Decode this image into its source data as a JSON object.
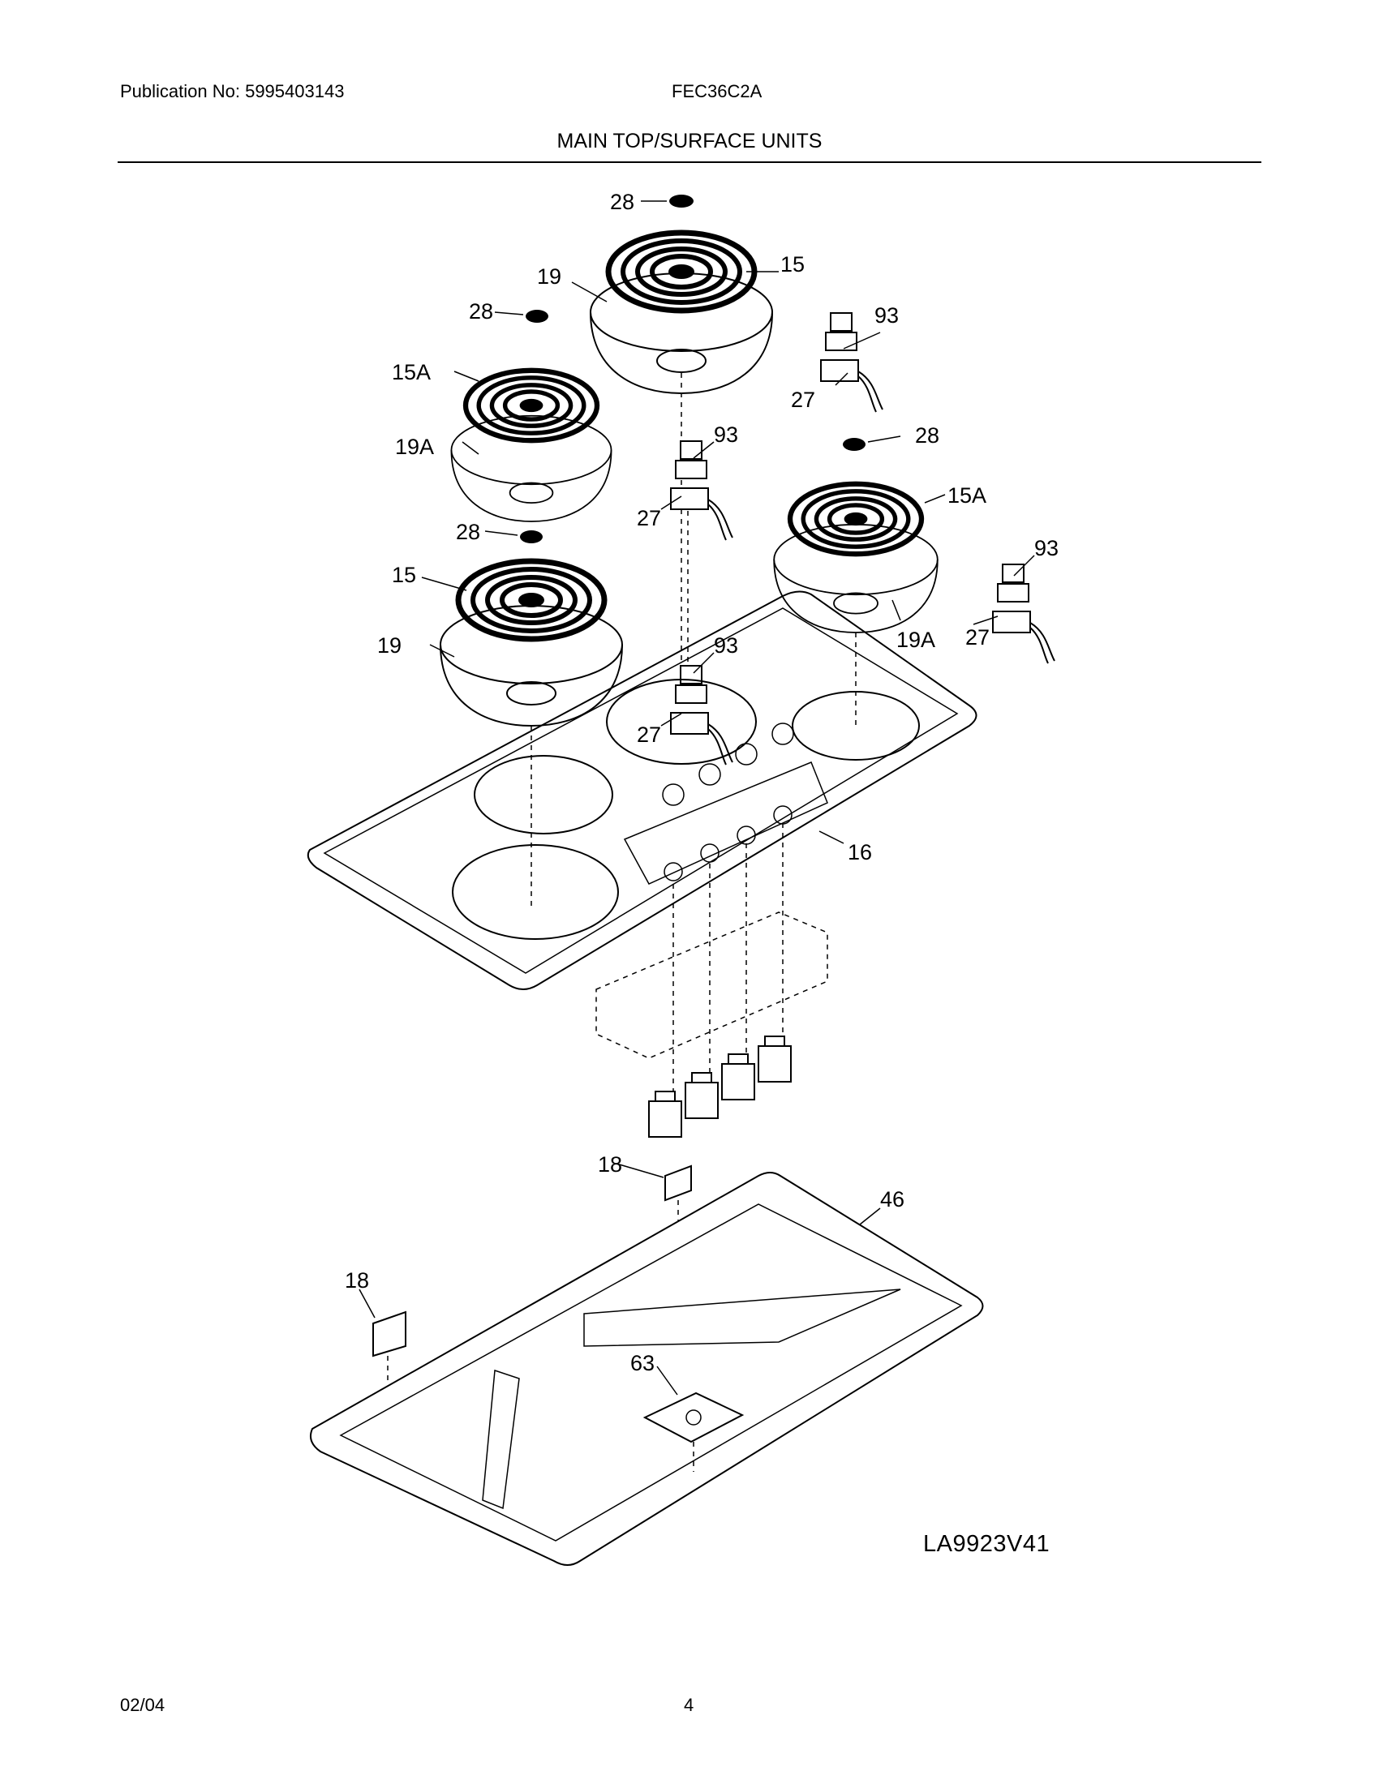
{
  "header": {
    "publication": "Publication No: 5995403143",
    "model": "FEC36C2A",
    "title": "MAIN TOP/SURFACE UNITS"
  },
  "footer": {
    "date": "02/04",
    "page_number": "4"
  },
  "drawing_code": "LA9923V41",
  "callouts": {
    "c28_top": "28",
    "c15_top": "15",
    "c19_top": "19",
    "c93_top": "93",
    "c27_top": "27",
    "c28_upper_left": "28",
    "c15a_left": "15A",
    "c19a_left": "19A",
    "c93_left": "93",
    "c27_left": "27",
    "c28_right": "28",
    "c15a_right": "15A",
    "c93_right": "93",
    "c19a_right": "19A",
    "c27_right": "27",
    "c28_lower_left": "28",
    "c15_lower": "15",
    "c19_lower": "19",
    "c93_center": "93",
    "c27_center": "27",
    "c16": "16",
    "c18_top": "18",
    "c46": "46",
    "c18_left": "18",
    "c63": "63"
  }
}
